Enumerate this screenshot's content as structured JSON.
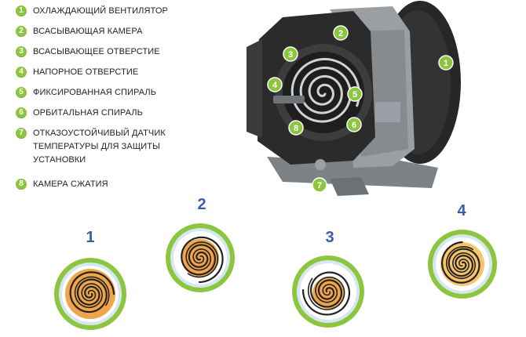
{
  "legend": [
    {
      "num": "1",
      "label": "ОХЛАЖДАЮЩИЙ ВЕНТИЛЯТОР"
    },
    {
      "num": "2",
      "label": "ВСАСЫВАЮЩАЯ КАМЕРА"
    },
    {
      "num": "3",
      "label": "ВСАСЫВАЮЩЕЕ ОТВЕРСТИЕ"
    },
    {
      "num": "4",
      "label": "НАПОРНОЕ ОТВЕРСТИЕ"
    },
    {
      "num": "5",
      "label": "ФИКСИРОВАННАЯ СПИРАЛЬ"
    },
    {
      "num": "6",
      "label": "ОРБИТАЛЬНАЯ СПИРАЛЬ"
    },
    {
      "num": "7",
      "label": "ОТКАЗОУСТОЙЧИВЫЙ ДАТЧИК ТЕМПЕРАТУРЫ ДЛЯ ЗАЩИТЫ УСТАНОВКИ"
    },
    {
      "num": "8",
      "label": "КАМЕРА СЖАТИЯ"
    }
  ],
  "callouts": [
    "1",
    "2",
    "3",
    "4",
    "5",
    "6",
    "7",
    "8"
  ],
  "stages": [
    "1",
    "2",
    "3",
    "4"
  ],
  "colors": {
    "badge": "#8cc63f",
    "stage_number": "#3a5ea8",
    "ring_outer": "#8cc63f",
    "ring_inner": "#d6e7f3",
    "orange": "#f0a54a",
    "machine_dark": "#2e2e2e",
    "machine_grey": "#8a8f94"
  }
}
